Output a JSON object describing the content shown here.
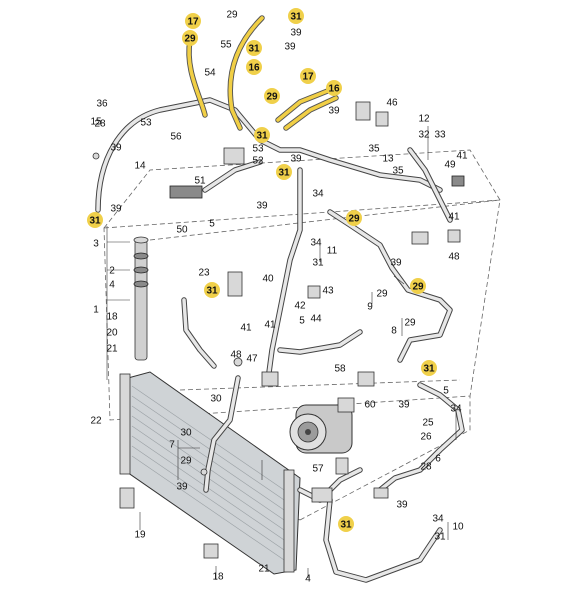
{
  "labels": [
    {
      "id": "l1",
      "text": "17",
      "hl": true
    },
    {
      "id": "l2",
      "text": "29",
      "hl": true
    },
    {
      "id": "l3",
      "text": "29",
      "hl": false
    },
    {
      "id": "l4",
      "text": "31",
      "hl": true
    },
    {
      "id": "l5",
      "text": "39",
      "hl": false
    },
    {
      "id": "l6",
      "text": "55",
      "hl": false
    },
    {
      "id": "l7",
      "text": "31",
      "hl": true
    },
    {
      "id": "l8",
      "text": "39",
      "hl": false
    },
    {
      "id": "l9",
      "text": "54",
      "hl": false
    },
    {
      "id": "l10",
      "text": "16",
      "hl": true
    },
    {
      "id": "l11",
      "text": "17",
      "hl": true
    },
    {
      "id": "l12",
      "text": "29",
      "hl": true
    },
    {
      "id": "l13",
      "text": "16",
      "hl": true
    },
    {
      "id": "l14",
      "text": "39",
      "hl": false
    },
    {
      "id": "l15",
      "text": "36",
      "hl": false
    },
    {
      "id": "l16",
      "text": "46",
      "hl": false
    },
    {
      "id": "l17",
      "text": "12",
      "hl": false
    },
    {
      "id": "l18",
      "text": "15",
      "hl": false
    },
    {
      "id": "l19",
      "text": "28",
      "hl": false
    },
    {
      "id": "l20",
      "text": "53",
      "hl": false
    },
    {
      "id": "l21",
      "text": "56",
      "hl": false
    },
    {
      "id": "l22",
      "text": "31",
      "hl": true
    },
    {
      "id": "l23",
      "text": "32",
      "hl": false
    },
    {
      "id": "l24",
      "text": "33",
      "hl": false
    },
    {
      "id": "l25",
      "text": "39",
      "hl": false
    },
    {
      "id": "l26",
      "text": "14",
      "hl": false
    },
    {
      "id": "l27",
      "text": "53",
      "hl": false
    },
    {
      "id": "l28",
      "text": "52",
      "hl": false
    },
    {
      "id": "l29",
      "text": "39",
      "hl": false
    },
    {
      "id": "l30",
      "text": "35",
      "hl": false
    },
    {
      "id": "l31",
      "text": "13",
      "hl": false
    },
    {
      "id": "l32",
      "text": "35",
      "hl": false
    },
    {
      "id": "l33",
      "text": "49",
      "hl": false
    },
    {
      "id": "l34",
      "text": "41",
      "hl": false
    },
    {
      "id": "l35",
      "text": "51",
      "hl": false
    },
    {
      "id": "l36",
      "text": "31",
      "hl": true
    },
    {
      "id": "l37",
      "text": "34",
      "hl": false
    },
    {
      "id": "l38",
      "text": "39",
      "hl": false
    },
    {
      "id": "l39",
      "text": "31",
      "hl": true
    },
    {
      "id": "l40",
      "text": "39",
      "hl": false
    },
    {
      "id": "l41",
      "text": "29",
      "hl": true
    },
    {
      "id": "l42",
      "text": "41",
      "hl": false
    },
    {
      "id": "l43",
      "text": "50",
      "hl": false
    },
    {
      "id": "l44",
      "text": "5",
      "hl": false
    },
    {
      "id": "l45",
      "text": "3",
      "hl": false
    },
    {
      "id": "l46",
      "text": "34",
      "hl": false
    },
    {
      "id": "l47",
      "text": "11",
      "hl": false
    },
    {
      "id": "l48",
      "text": "31",
      "hl": false
    },
    {
      "id": "l49",
      "text": "48",
      "hl": false
    },
    {
      "id": "l50",
      "text": "2",
      "hl": false
    },
    {
      "id": "l51",
      "text": "4",
      "hl": false
    },
    {
      "id": "l52",
      "text": "23",
      "hl": false
    },
    {
      "id": "l53",
      "text": "40",
      "hl": false
    },
    {
      "id": "l54",
      "text": "39",
      "hl": false
    },
    {
      "id": "l55",
      "text": "29",
      "hl": true
    },
    {
      "id": "l56",
      "text": "31",
      "hl": true
    },
    {
      "id": "l57",
      "text": "42",
      "hl": false
    },
    {
      "id": "l58",
      "text": "43",
      "hl": false
    },
    {
      "id": "l59",
      "text": "29",
      "hl": false
    },
    {
      "id": "l60",
      "text": "9",
      "hl": false
    },
    {
      "id": "l61",
      "text": "5",
      "hl": false
    },
    {
      "id": "l62",
      "text": "1",
      "hl": false
    },
    {
      "id": "l63",
      "text": "18",
      "hl": false
    },
    {
      "id": "l64",
      "text": "20",
      "hl": false
    },
    {
      "id": "l65",
      "text": "21",
      "hl": false
    },
    {
      "id": "l66",
      "text": "44",
      "hl": false
    },
    {
      "id": "l67",
      "text": "41",
      "hl": false
    },
    {
      "id": "l68",
      "text": "41",
      "hl": false
    },
    {
      "id": "l69",
      "text": "8",
      "hl": false
    },
    {
      "id": "l70",
      "text": "29",
      "hl": false
    },
    {
      "id": "l71",
      "text": "48",
      "hl": false
    },
    {
      "id": "l72",
      "text": "47",
      "hl": false
    },
    {
      "id": "l73",
      "text": "58",
      "hl": false
    },
    {
      "id": "l74",
      "text": "31",
      "hl": true
    },
    {
      "id": "l75",
      "text": "22",
      "hl": false
    },
    {
      "id": "l76",
      "text": "30",
      "hl": false
    },
    {
      "id": "l77",
      "text": "60",
      "hl": false
    },
    {
      "id": "l78",
      "text": "5",
      "hl": false
    },
    {
      "id": "l79",
      "text": "34",
      "hl": false
    },
    {
      "id": "l80",
      "text": "39",
      "hl": false
    },
    {
      "id": "l81",
      "text": "25",
      "hl": false
    },
    {
      "id": "l82",
      "text": "26",
      "hl": false
    },
    {
      "id": "l83",
      "text": "6",
      "hl": false
    },
    {
      "id": "l84",
      "text": "30",
      "hl": false
    },
    {
      "id": "l85",
      "text": "7",
      "hl": false
    },
    {
      "id": "l86",
      "text": "29",
      "hl": false
    },
    {
      "id": "l87",
      "text": "39",
      "hl": false
    },
    {
      "id": "l88",
      "text": "57",
      "hl": false
    },
    {
      "id": "l89",
      "text": "28",
      "hl": false
    },
    {
      "id": "l90",
      "text": "39",
      "hl": false
    },
    {
      "id": "l91",
      "text": "19",
      "hl": false
    },
    {
      "id": "l92",
      "text": "31",
      "hl": true
    },
    {
      "id": "l93",
      "text": "34",
      "hl": false
    },
    {
      "id": "l94",
      "text": "10",
      "hl": false
    },
    {
      "id": "l95",
      "text": "31",
      "hl": false
    },
    {
      "id": "l96",
      "text": "18",
      "hl": false
    },
    {
      "id": "l97",
      "text": "21",
      "hl": false
    },
    {
      "id": "l98",
      "text": "4",
      "hl": false
    }
  ]
}
